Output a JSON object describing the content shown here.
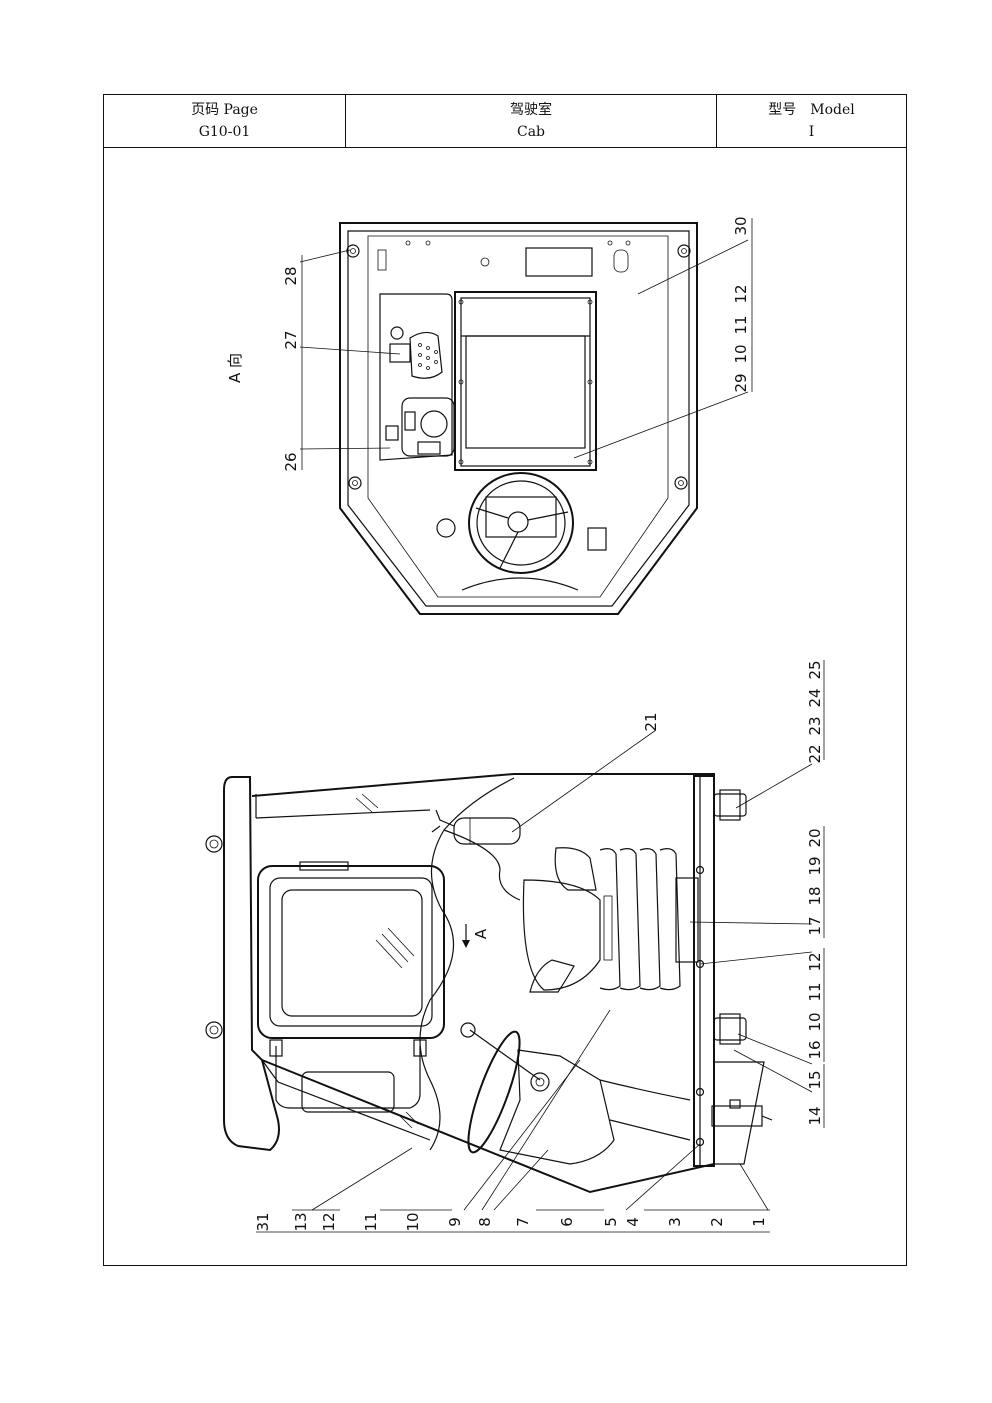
{
  "header": {
    "page_label": "页码 Page",
    "page_number": "G10-01",
    "title_cn": "驾驶室",
    "title_en": "Cab",
    "model_label": "型号　Model",
    "model_value": "I"
  },
  "view_label": "A 向",
  "arrow_label": "A",
  "callouts_top": [
    "28",
    "27",
    "26",
    "30",
    "12",
    "11",
    "10",
    "29"
  ],
  "callouts_right": [
    "25",
    "24",
    "23",
    "22",
    "21",
    "20",
    "19",
    "18",
    "17",
    "12",
    "11",
    "10",
    "16",
    "15",
    "14"
  ],
  "callouts_bottom": [
    "31",
    "13",
    "12",
    "11",
    "10",
    "9",
    "8",
    "7",
    "6",
    "5",
    "4",
    "3",
    "2",
    "1"
  ]
}
